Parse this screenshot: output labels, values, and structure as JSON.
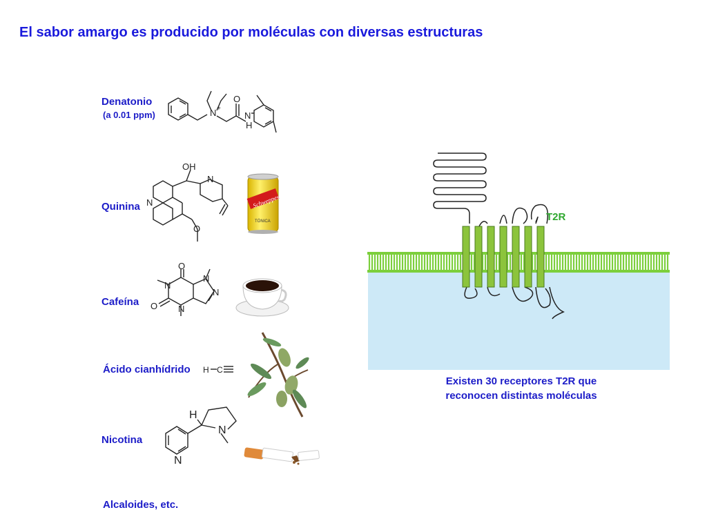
{
  "title": "El sabor amargo es producido por moléculas con diversas estructuras",
  "molecules": [
    {
      "name": "Denatonio",
      "note": "(a 0.01 ppm)"
    },
    {
      "name": "Quinina"
    },
    {
      "name": "Cafeína"
    },
    {
      "name": "Ácido cianhídrido"
    },
    {
      "name": "Nicotina"
    }
  ],
  "footer_label": "Alcaloides, etc.",
  "atoms": {
    "oh": "OH",
    "n": "N",
    "nplus": "N",
    "plus": "+",
    "o": "O",
    "h": "H",
    "c": "C"
  },
  "can_brand": "Schweppes",
  "can_flavor": "TÓNICA",
  "receptor": {
    "label": "T2R",
    "caption_line1": "Existen 30 receptores T2R que",
    "caption_line2": "reconocen distintas moléculas"
  },
  "colors": {
    "text_blue": "#1c1cc8",
    "receptor_green": "#8cc43c",
    "membrane_green": "#7ccf3c",
    "cytoplasm_blue": "#cde9f7",
    "t2r_label": "#2fa82f"
  }
}
